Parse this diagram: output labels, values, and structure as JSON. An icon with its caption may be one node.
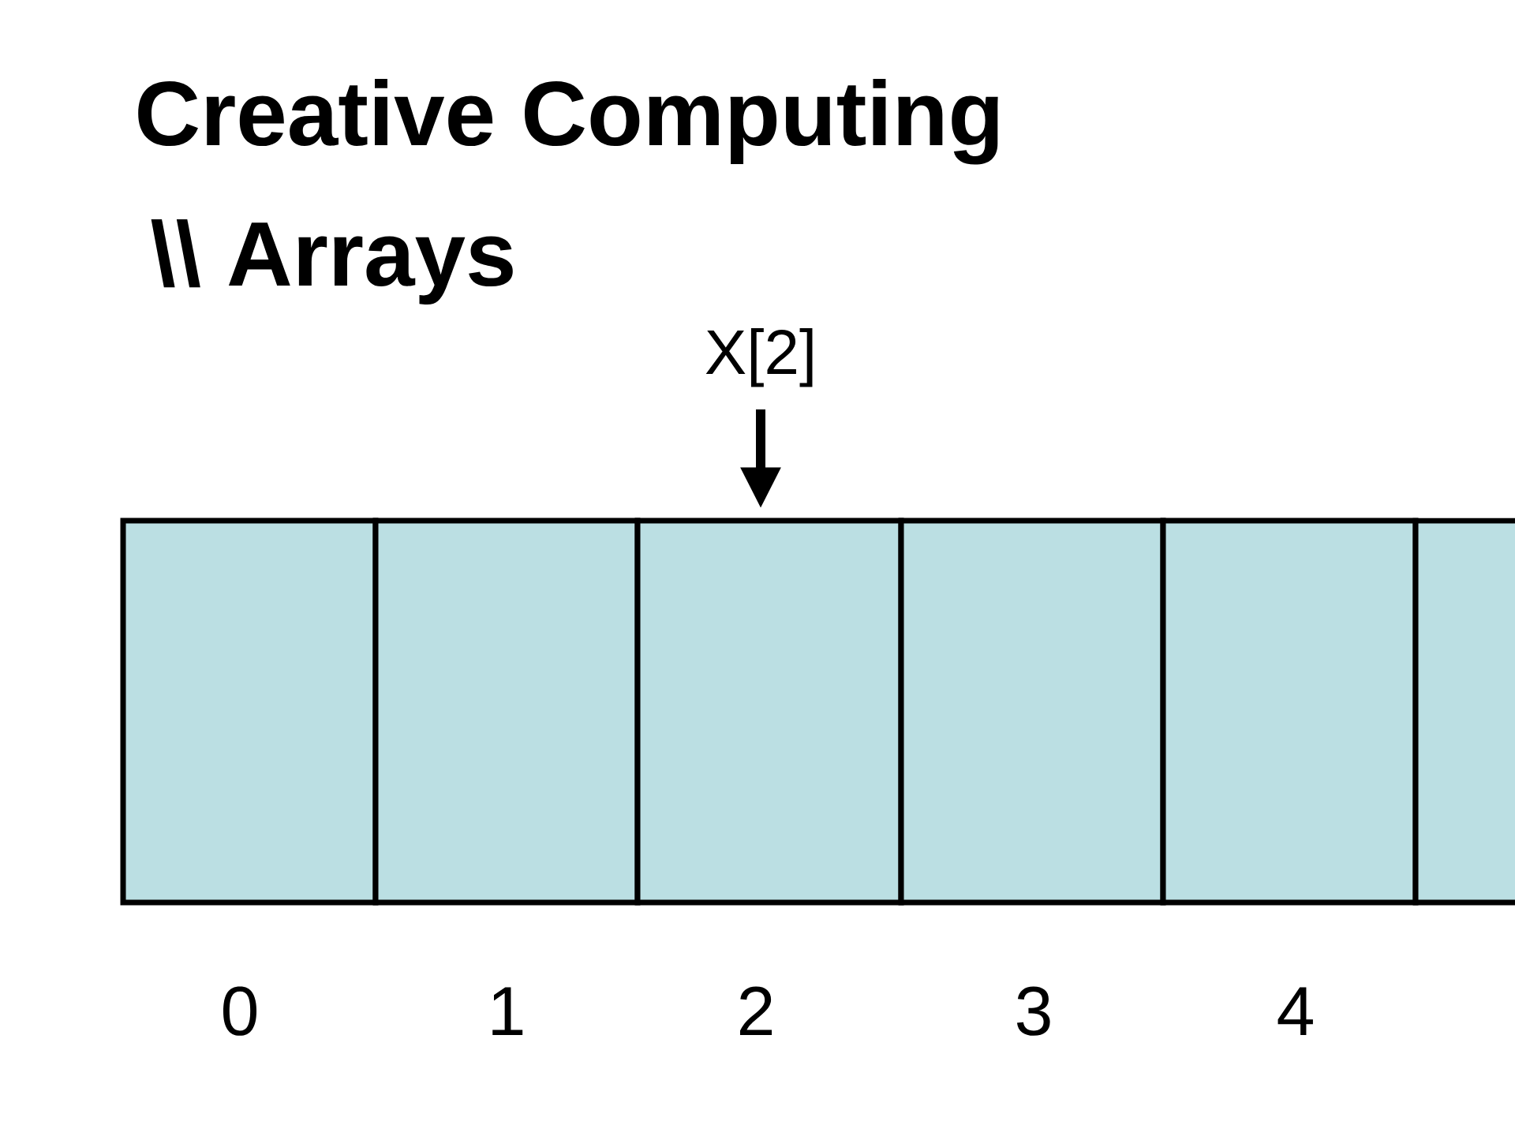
{
  "diagram": {
    "title": "Creative Computing",
    "nodes": [
      {
        "text": [
          "X[2]"
        ]
      },
      {
        "text": [],
        "shape": "box",
        "beside": [
          "0"
        ]
      },
      {
        "text": [],
        "shape": "box",
        "beside": [
          "1"
        ]
      },
      {
        "text": [],
        "shape": "box",
        "beside": [
          "2"
        ]
      },
      {
        "text": [],
        "shape": "box",
        "beside": [
          "3"
        ]
      },
      {
        "text": [],
        "shape": "box",
        "beside": [
          "4"
        ]
      },
      {
        "text": [],
        "shape": "box"
      }
    ],
    "edges": [
      {
        "from": 0,
        "to": 3,
        "arrow": "to"
      }
    ],
    "labels": [
      "\\\\ Arrays"
    ]
  }
}
